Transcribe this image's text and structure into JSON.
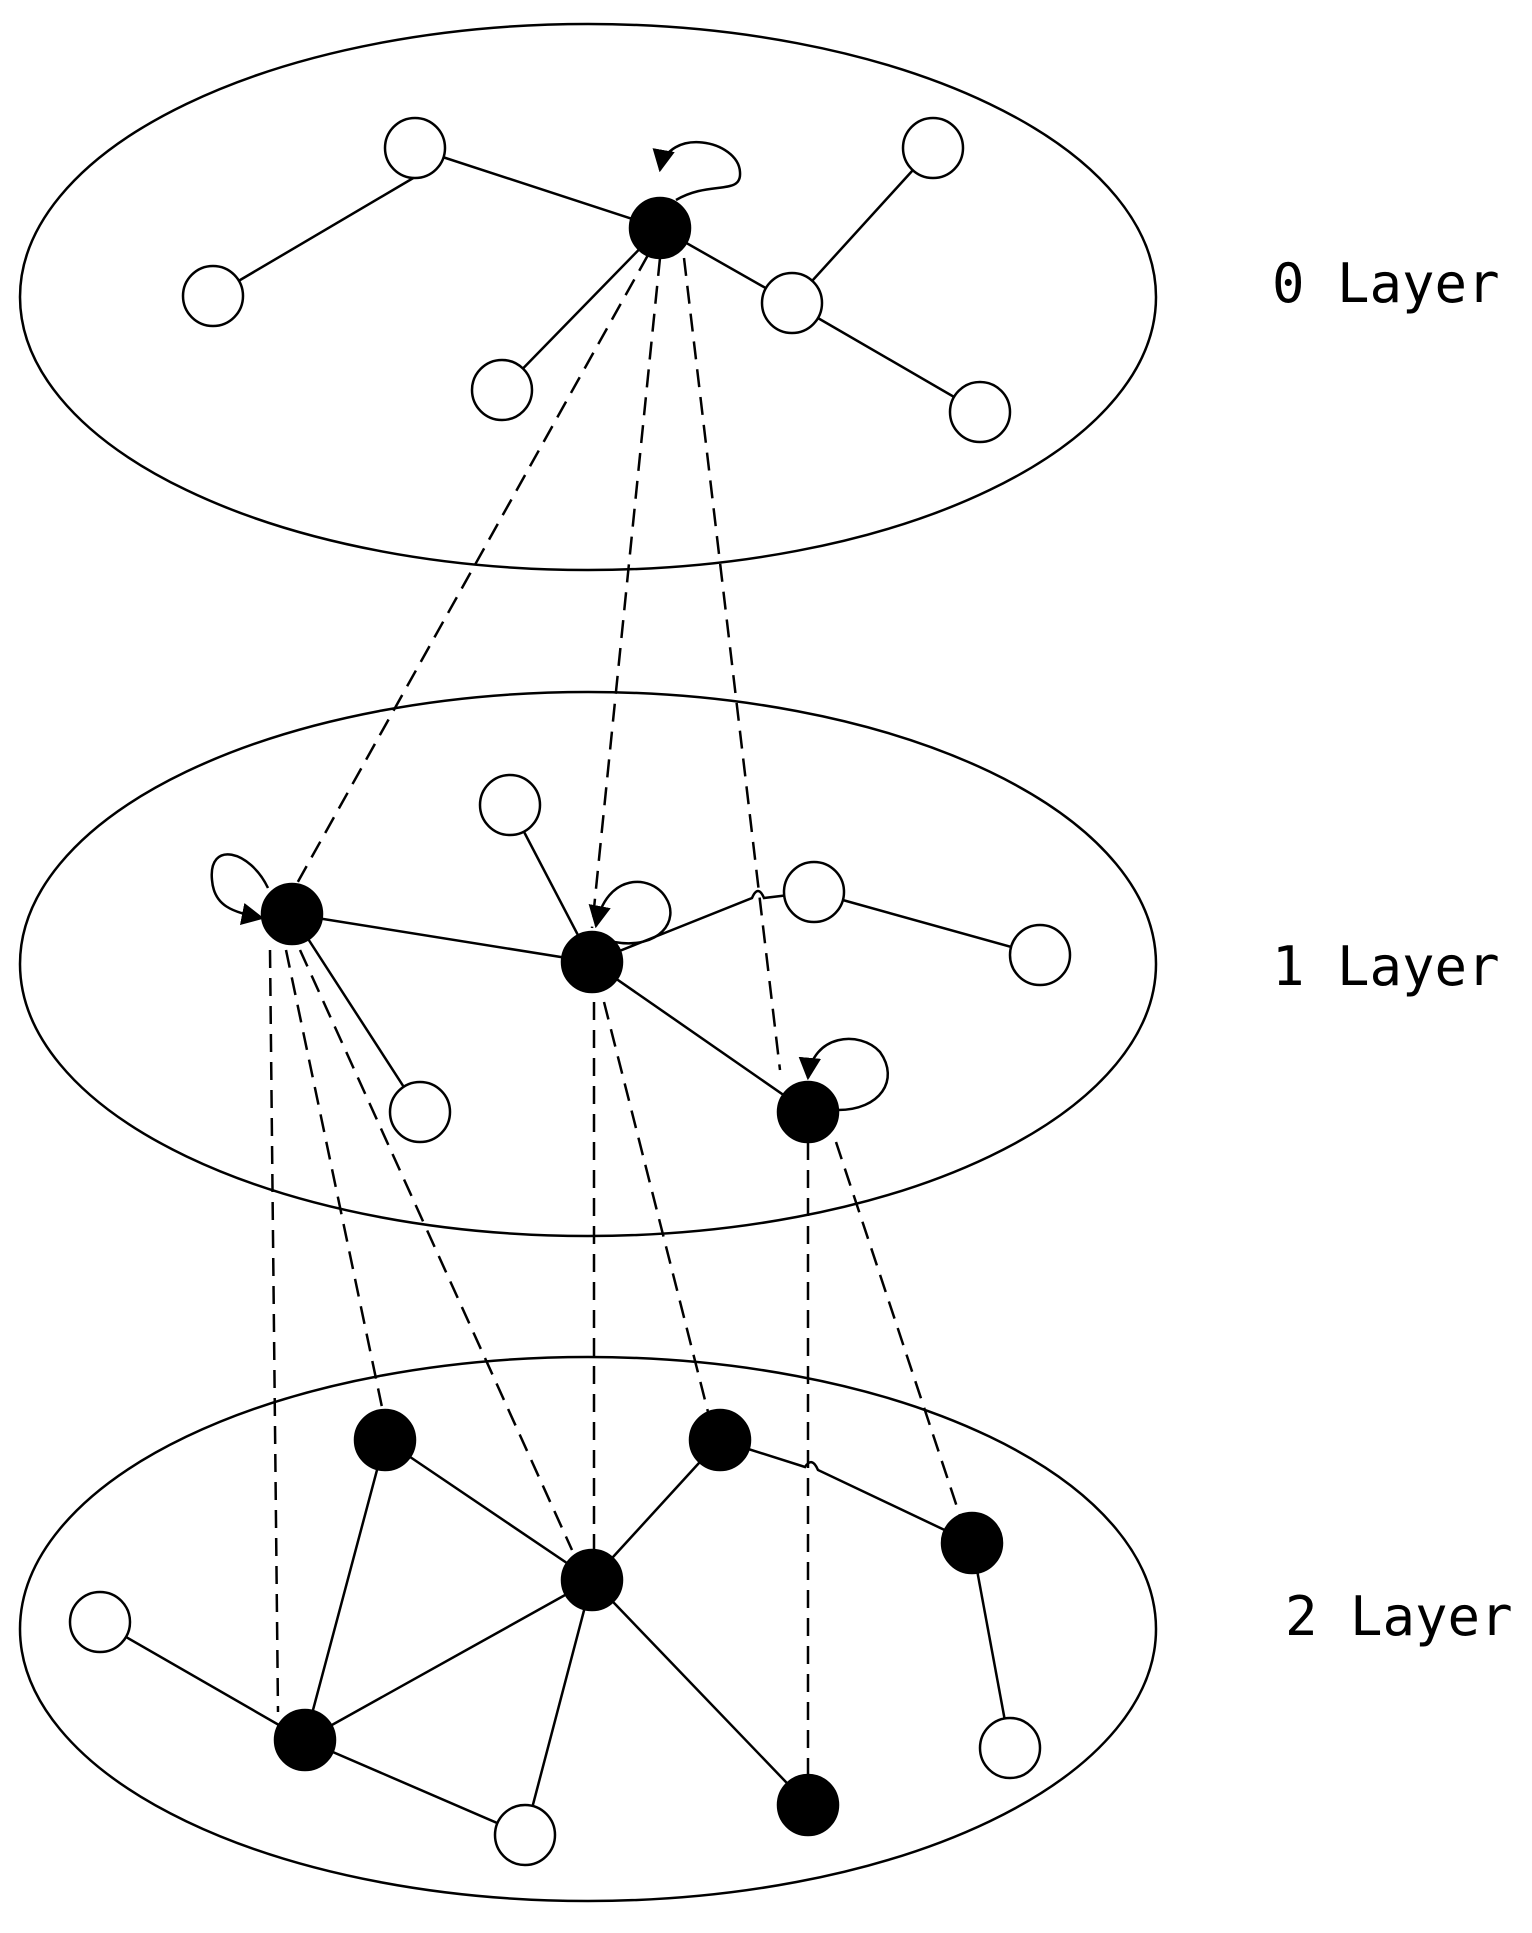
{
  "labels": {
    "layer0": "0 Layer",
    "layer1": "1 Layer",
    "layer2": "2 Layer"
  },
  "colors": {
    "stroke": "#000000",
    "filled_node": "#000000",
    "open_node": "#ffffff",
    "background": "#ffffff"
  }
}
